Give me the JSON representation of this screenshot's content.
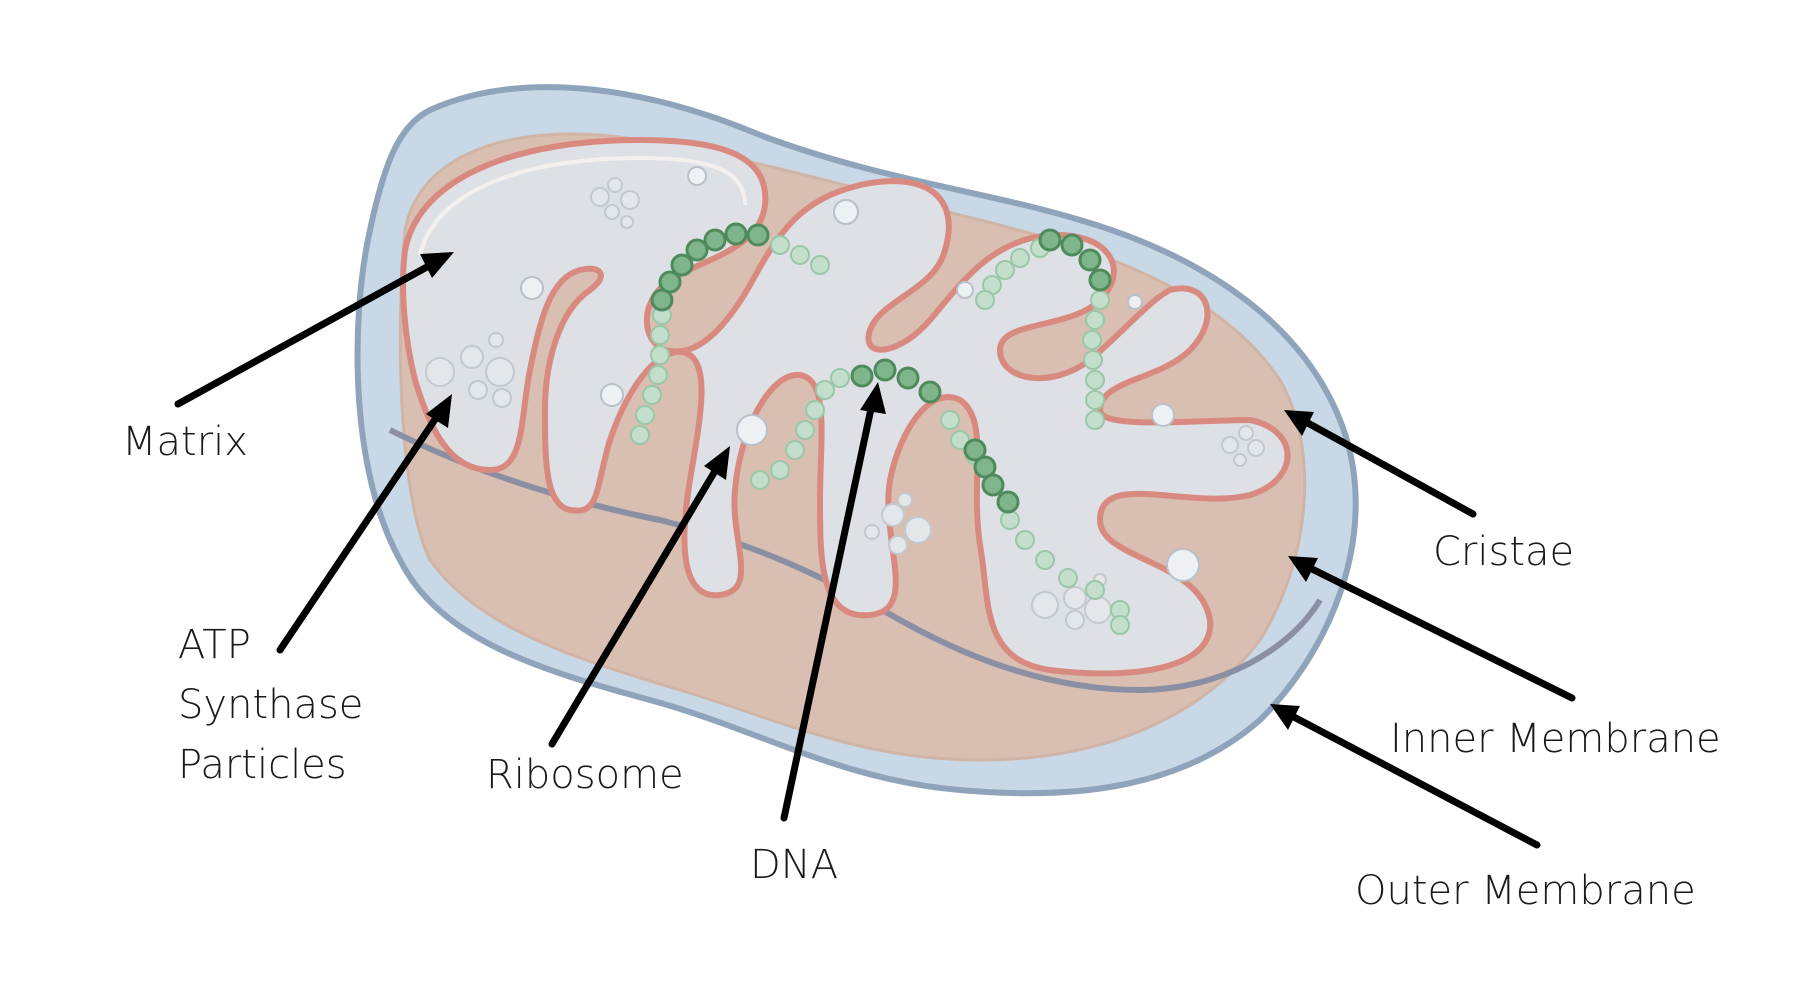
{
  "diagram": {
    "labels": {
      "matrix": "Matrix",
      "atp_line1": "ATP",
      "atp_line2": "Synthase",
      "atp_line3": "Particles",
      "ribosome": "Ribosome",
      "dna": "DNA",
      "cristae": "Cristae",
      "inner_membrane": "Inner Membrane",
      "outer_membrane": "Outer Membrane"
    },
    "colors": {
      "outer_membrane_fill": "#c9d8e6",
      "outer_membrane_stroke": "#8fa3ba",
      "inner_body_fill": "#d9bfb2",
      "inner_membrane_stroke": "#d98a80",
      "matrix_fill": "#dde1e5",
      "dna_dark": "#7fb58a",
      "dna_light": "#c3dfcb",
      "arrow": "#000000"
    }
  }
}
